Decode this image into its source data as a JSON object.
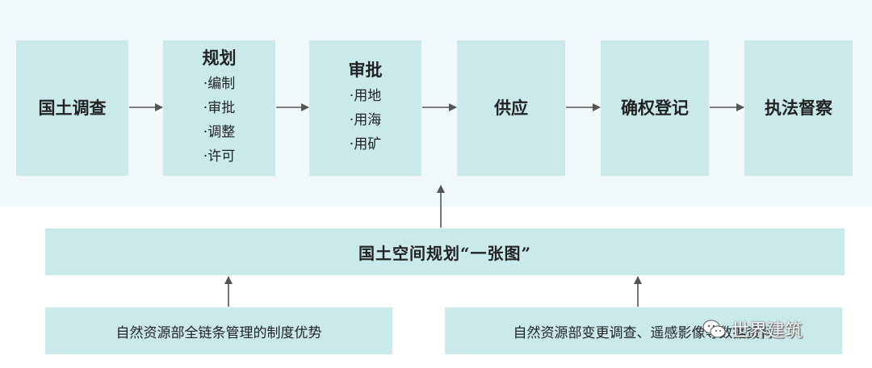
{
  "flow_boxes": [
    {
      "title": "国土调查",
      "items": []
    },
    {
      "title": "规划",
      "items": [
        "·编制",
        "·审批",
        "·调整",
        "·许可"
      ]
    },
    {
      "title": "审批",
      "items": [
        "·用地",
        "·用海",
        "·用矿"
      ]
    },
    {
      "title": "供应",
      "items": []
    },
    {
      "title": "确权登记",
      "items": []
    },
    {
      "title": "执法督察",
      "items": []
    }
  ],
  "one_map": "国土空间规划“一张图”",
  "bottom_left": "自然资源部全链条管理的制度优势",
  "bottom_right": "自然资源部变更调查、遥感影像等数据资料",
  "watermark": "世界建筑",
  "colors": {
    "panel": "#f0f8f9",
    "box": "#c9e9ea",
    "arrow": "#555555"
  }
}
